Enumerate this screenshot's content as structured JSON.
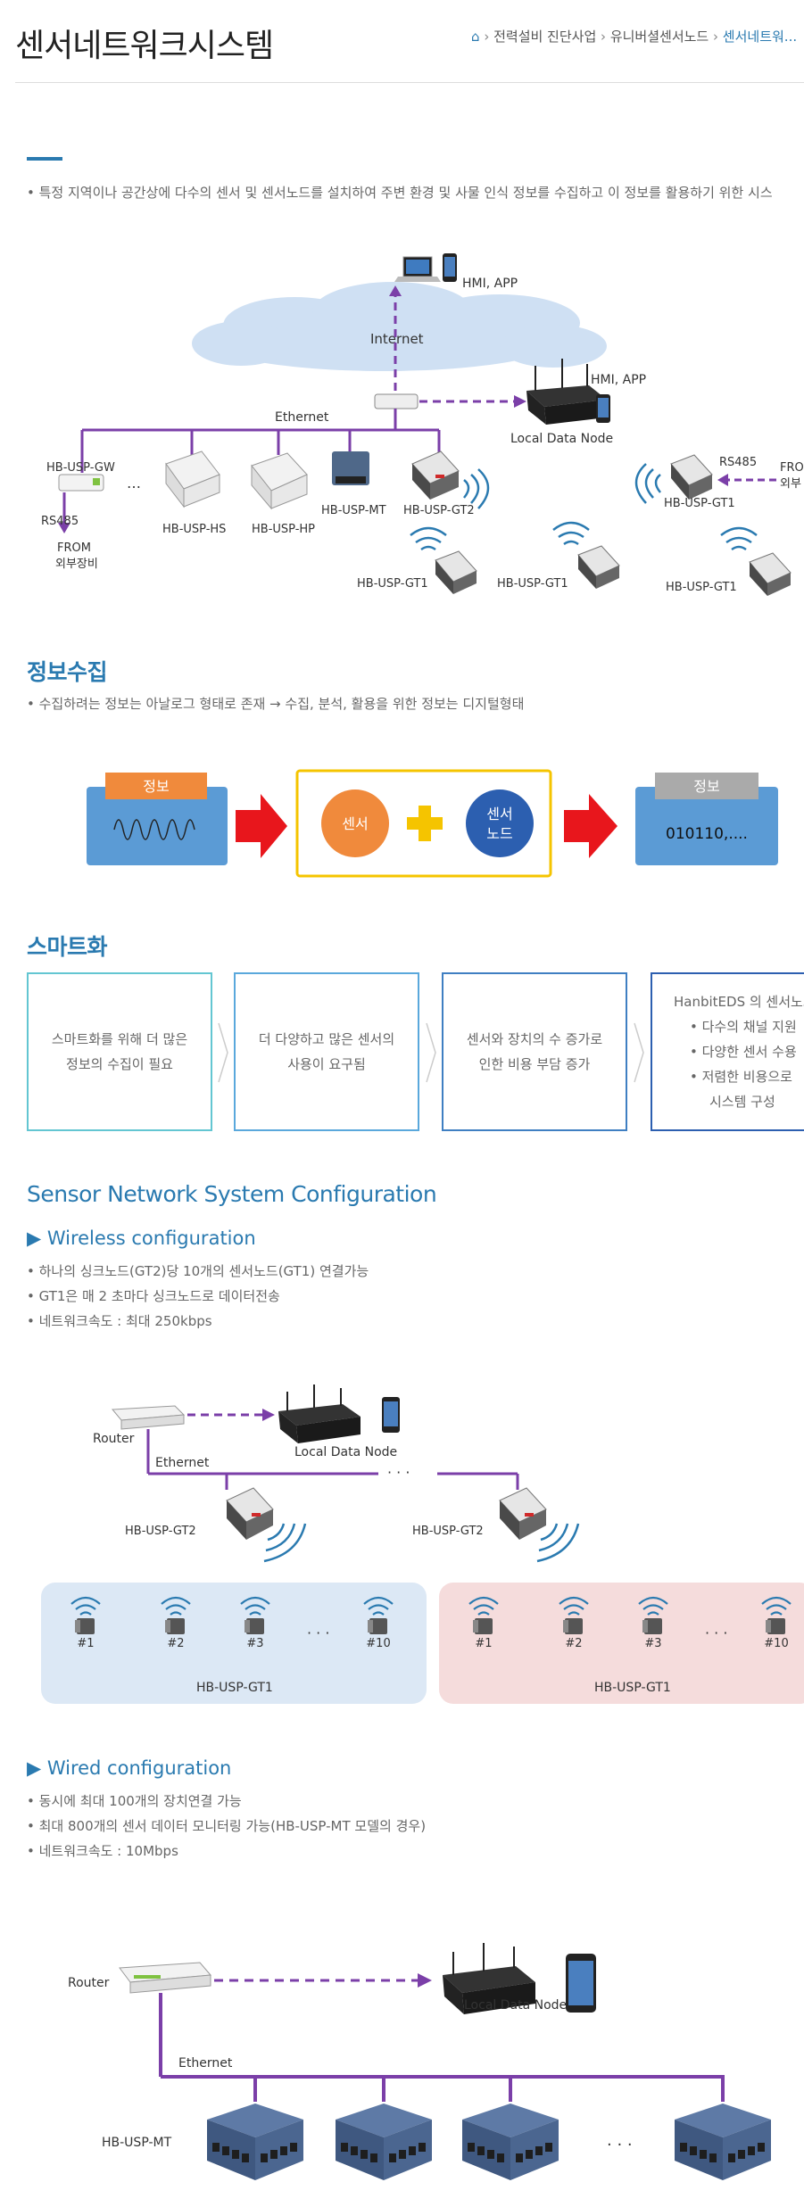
{
  "header": {
    "title": "센서네트워크시스템",
    "breadcrumb": [
      "전력설비 진단사업",
      "유니버셜센서노드",
      "센서네트워..."
    ]
  },
  "intro": "• 특정 지역이나 공간상에 다수의 센서 및 센서노드를 설치하여 주변 환경 및 사물 인식 정보를 수집하고 이 정보를 활용하기 위한 시스",
  "overview": {
    "hmi_app_top": "HMI, APP",
    "internet": "Internet",
    "hmi_app_local": "HMI, APP",
    "local_data_node": "Local Data Node",
    "ethernet": "Ethernet",
    "gw": "HB-USP-GW",
    "ellipsis": "…",
    "hs": "HB-USP-HS",
    "hp": "HB-USP-HP",
    "mt": "HB-USP-MT",
    "gt2": "HB-USP-GT2",
    "rs485_left": "RS485",
    "from_left": "FROM",
    "external_left": "외부장비",
    "rs485_right": "RS485",
    "from_right": "FRO",
    "external_right": "외부",
    "gt1": "HB-USP-GT1"
  },
  "collection": {
    "title": "정보수집",
    "bullet": "• 수집하려는 정보는 아날로그 형태로 존재 → 수집, 분석, 활용을 위한 정보는 디지털형태",
    "info_left": "정보",
    "sensor": "센서",
    "sensor_node": [
      "센서",
      "노드"
    ],
    "info_right": "정보",
    "digital": "010110,...."
  },
  "smart": {
    "title": "스마트화",
    "boxes": [
      [
        "스마트화를 위해 더 많은",
        "정보의 수집이 필요"
      ],
      [
        "더 다양하고 많은 센서의",
        "사용이 요구됨"
      ],
      [
        "센서와 장치의 수 증가로",
        "인한 비용 부담 증가"
      ]
    ],
    "last_title": "HanbitEDS 의 센서노드",
    "last_items": [
      "• 다수의 채널 지원",
      "• 다양한 센서 수용",
      "• 저렴한 비용으로",
      "시스템 구성"
    ]
  },
  "config": {
    "title": "Sensor Network System Configuration",
    "wireless": {
      "title": "▶ Wireless configuration",
      "bullets": [
        "• 하나의 싱크노드(GT2)당 10개의 센서노드(GT1) 연결가능",
        "• GT1은 매 2 초마다 싱크노드로 데이터전송",
        "• 네트워크속도 : 최대 250kbps"
      ],
      "router": "Router",
      "local_data_node": "Local Data Node",
      "ethernet": "Ethernet",
      "dots": "· · ·",
      "gt2": "HB-USP-GT2",
      "nodes": [
        "#1",
        "#2",
        "#3",
        "#10"
      ],
      "node_dots": "· · ·",
      "gt1": "HB-USP-GT1"
    },
    "wired": {
      "title": "▶ Wired  configuration",
      "bullets": [
        "• 동시에 최대 100개의 장치연결 가능",
        "• 최대 800개의 센서 데이터 모니터링 가능(HB-USP-MT 모델의 경우)",
        "• 네트워크속도 :  10Mbps"
      ],
      "router": "Router",
      "local_data_node": "Local Data Node",
      "ethernet": "Ethernet",
      "mt": "HB-USP-MT",
      "dots": "· · ·"
    }
  },
  "colors": {
    "accent": "#2a7ab0",
    "purple": "#7b3fa8",
    "arrow_red": "#e8161c",
    "orange": "#f08a3c",
    "navy": "#2c5fb0",
    "yellow": "#f5c400"
  }
}
